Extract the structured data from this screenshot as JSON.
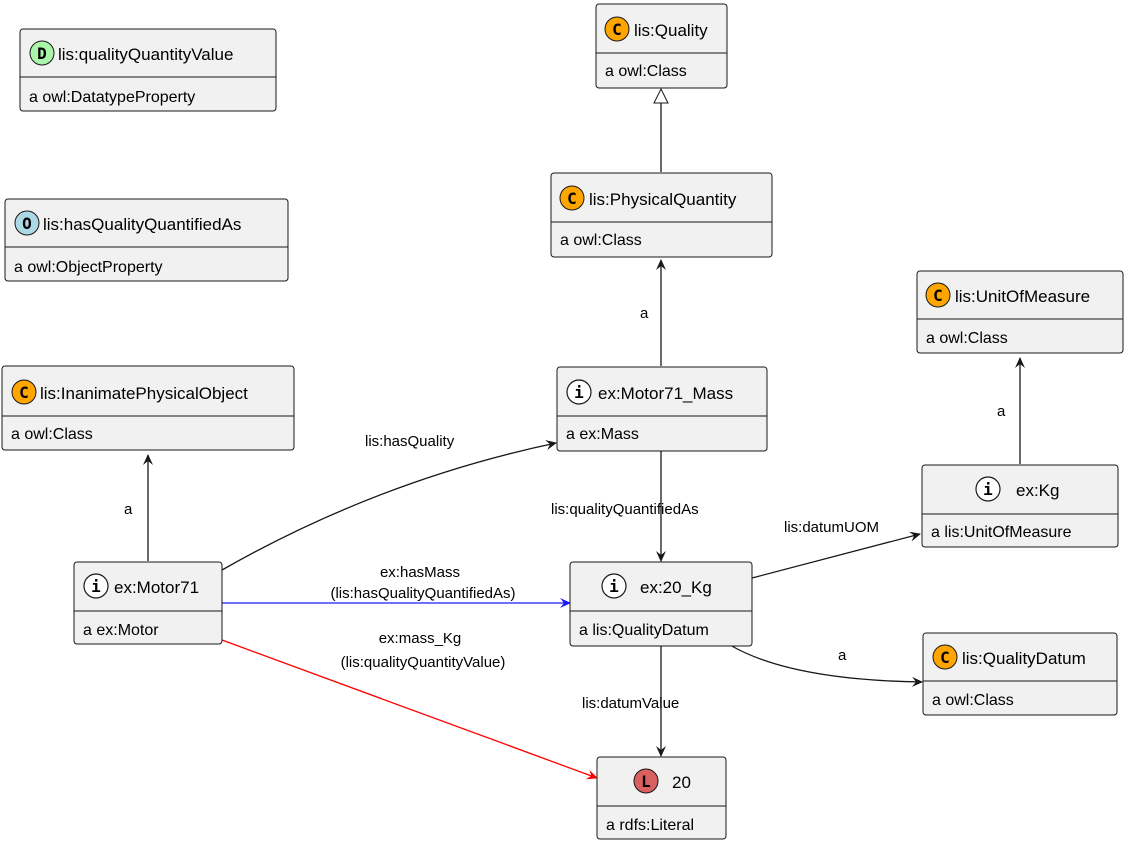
{
  "nodes": {
    "quality_quantity_value": {
      "badge": "D",
      "title": "lis:qualityQuantityValue",
      "subtitle": "a owl:DatatypeProperty"
    },
    "has_quality_quantified_as": {
      "badge": "O",
      "title": "lis:hasQualityQuantifiedAs",
      "subtitle": "a owl:ObjectProperty"
    },
    "inanimate_physical_object": {
      "badge": "C",
      "title": "lis:InanimatePhysicalObject",
      "subtitle": "a owl:Class"
    },
    "quality": {
      "badge": "C",
      "title": "lis:Quality",
      "subtitle": "a owl:Class"
    },
    "physical_quantity": {
      "badge": "C",
      "title": "lis:PhysicalQuantity",
      "subtitle": "a owl:Class"
    },
    "unit_of_measure": {
      "badge": "C",
      "title": "lis:UnitOfMeasure",
      "subtitle": "a owl:Class"
    },
    "motor71_mass": {
      "badge": "i",
      "title": "ex:Motor71_Mass",
      "subtitle": "a ex:Mass"
    },
    "kg": {
      "badge": "i",
      "title": "ex:Kg",
      "subtitle": "a lis:UnitOfMeasure"
    },
    "motor71": {
      "badge": "i",
      "title": "ex:Motor71",
      "subtitle": "a ex:Motor"
    },
    "twenty_kg": {
      "badge": "i",
      "title": "ex:20_Kg",
      "subtitle": "a lis:QualityDatum"
    },
    "quality_datum": {
      "badge": "C",
      "title": "lis:QualityDatum",
      "subtitle": "a owl:Class"
    },
    "literal_20": {
      "badge": "L",
      "title": "20",
      "subtitle": "a rdfs:Literal"
    }
  },
  "edges": {
    "physical_quantity_subclass_quality": {
      "label": "",
      "color": "#181818"
    },
    "mass_a_physical_quantity": {
      "label": "a",
      "color": "#181818"
    },
    "kg_a_unit_of_measure": {
      "label": "a",
      "color": "#181818"
    },
    "motor_a_inanimate": {
      "label": "a",
      "color": "#181818"
    },
    "has_quality": {
      "label": "lis:hasQuality",
      "color": "#181818"
    },
    "quality_quantified_as": {
      "label": "lis:qualityQuantifiedAs",
      "color": "#181818"
    },
    "datum_uom": {
      "label": "lis:datumUOM",
      "color": "#181818"
    },
    "has_mass": {
      "label": "ex:hasMass",
      "label2": "(lis:hasQualityQuantifiedAs)",
      "color": "#1a1aff"
    },
    "mass_kg": {
      "label": "ex:mass_Kg",
      "label2": "(lis:qualityQuantityValue)",
      "color": "#ff0000"
    },
    "datum_a_quality_datum": {
      "label": "a",
      "color": "#181818"
    },
    "datum_value": {
      "label": "lis:datumValue",
      "color": "#181818"
    }
  }
}
